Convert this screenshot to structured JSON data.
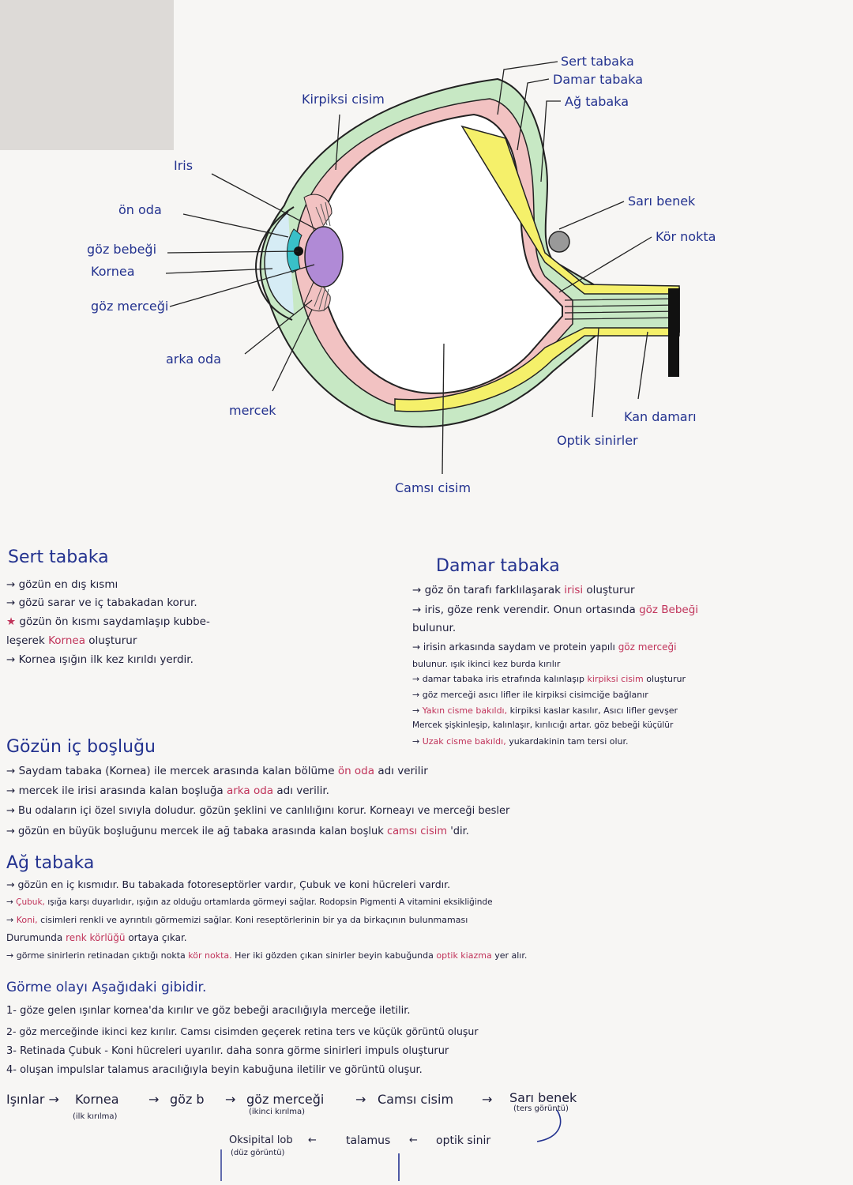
{
  "diagram": {
    "labels": {
      "sert_tabaka": "Sert tabaka",
      "damar_tabaka": "Damar tabaka",
      "ag_tabaka": "Ağ tabaka",
      "kirpiksi_cisim": "Kirpiksi cisim",
      "iris": "Iris",
      "on_oda": "ön oda",
      "goz_bebegi": "göz bebeği",
      "kornea": "Kornea",
      "goz_mercegi": "göz merceği",
      "arka_oda": "arka oda",
      "mercek": "mercek",
      "sari_benek": "Sarı benek",
      "kor_nokta": "Kör nokta",
      "kan_damari": "Kan damarı",
      "optik_sinirler": "Optik sinirler",
      "camsi_cisim": "Camsı cisim"
    }
  },
  "notes": {
    "sert": {
      "title": "Sert tabaka",
      "lines": [
        "→ gözün en dış kısmı",
        "→ gözü sarar ve iç tabakadan korur.",
        "gözün ön kısmı saydamlaşıp kubbe-",
        "leşerek",
        "Kornea",
        "oluşturur",
        "→ Kornea ışığın ilk kez kırıldı yerdir."
      ]
    },
    "damar": {
      "title": "Damar tabaka",
      "lines": [
        "→ göz ön tarafı farklılaşarak",
        "irisi",
        "oluşturur",
        "→ iris, göze renk verendir. Onun ortasında",
        "göz Bebeği",
        "bulunur.",
        "→ irisin arkasında saydam ve protein yapılı",
        "göz merceği",
        "bulunur. ışık ikinci kez burda kırılır",
        "→ damar tabaka iris etrafında kalınlaşıp",
        "kirpiksi cisim",
        "oluşturur",
        "→ göz merceği asıcı lifler ile kirpiksi cisimciğe bağlanır",
        "→",
        "Yakın cisme bakıldı,",
        "kirpiksi kaslar kasılır, Asıcı lifler gevşer",
        "Mercek şişkinleşip, kalınlaşır, kırılıcığı artar. göz bebeği küçülür",
        "→",
        "Uzak cisme bakıldı,",
        "yukardakinin tam tersi olur."
      ]
    },
    "ic": {
      "title": "Gözün iç boşluğu",
      "lines": [
        "→ Saydam tabaka (Kornea) ile mercek arasında kalan bölüme",
        "ön oda",
        "adı verilir",
        "→ mercek ile irisi arasında kalan boşluğa",
        "arka oda",
        "adı verilir.",
        "→ Bu odaların içi özel sıvıyla doludur. gözün şeklini ve canlılığını korur. Korneayı ve merceği besler",
        "→ gözün en büyük boşluğunu mercek ile ağ tabaka arasında kalan boşluk",
        "camsı cisim",
        "'dir."
      ]
    },
    "ag": {
      "title": "Ağ tabaka",
      "lines": [
        "→ gözün en iç kısmıdır. Bu tabakada fotoreseptörler vardır, Çubuk ve koni hücreleri vardır.",
        "→",
        "Çubuk,",
        "ışığa karşı duyarlıdır, ışığın az olduğu ortamlarda görmeyi sağlar. Rodopsin Pigmenti A vitamini eksikliğinde",
        "→",
        "Koni,",
        "cisimleri renkli ve ayrıntılı görmemizi sağlar. Koni reseptörlerinin bir ya da birkaçının bulunmaması",
        "Durumunda",
        "renk körlüğü",
        "ortaya çıkar.",
        "→ görme sinirlerin retinadan çıktığı nokta",
        "kör nokta.",
        "Her iki gözden çıkan sinirler beyin kabuğunda",
        "optik kiazma",
        "yer alır."
      ]
    },
    "gorme": {
      "title": "Görme olayı Aşağıdaki gibidir.",
      "lines": [
        "1- göze gelen ışınlar kornea'da kırılır ve göz bebeği aracılığıyla merceğe iletilir.",
        "2- göz merceğinde ikinci kez kırılır. Camsı cisimden geçerek retina ters ve küçük görüntü oluşur",
        "3- Retinada Çubuk - Koni hücreleri uyarılır. daha sonra görme sinirleri impuls oluşturur",
        "4- oluşan impulslar talamus aracılığıyla beyin kabuğuna iletilir ve görüntü oluşur."
      ]
    },
    "pathway": {
      "start": "Işınlar →",
      "steps": [
        "Kornea",
        "göz b",
        "göz merceği",
        "Camsı cisim",
        "Sarı benek"
      ],
      "subs": [
        "(ilk kırılma)",
        "(ikinci kırılma)",
        "(ters görüntü)"
      ],
      "bottom": [
        "Oksipital lob",
        "talamus",
        "optik sinir"
      ],
      "bottom_sub": "(düz görüntü)"
    }
  }
}
